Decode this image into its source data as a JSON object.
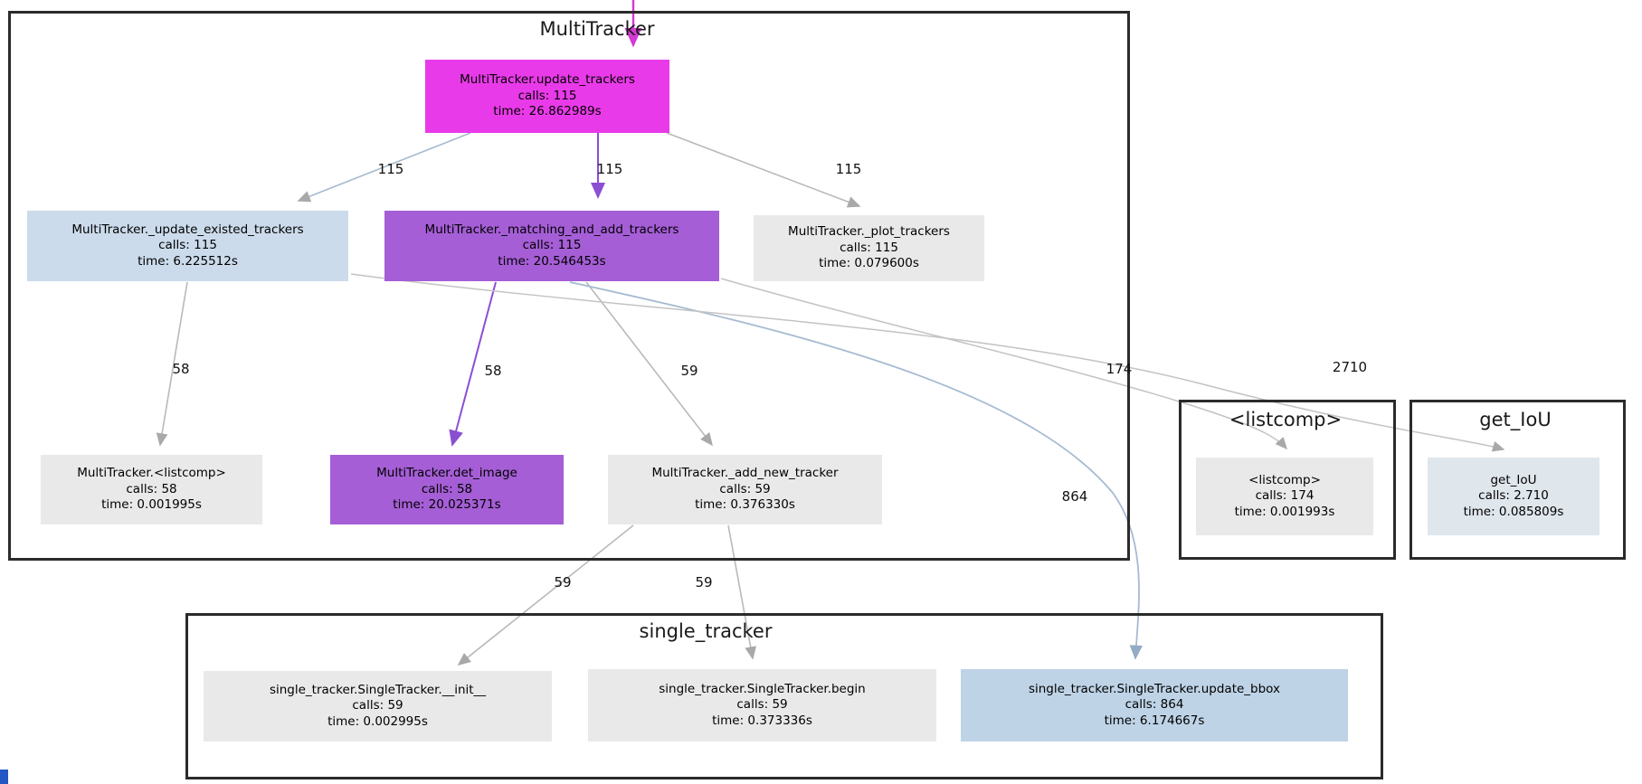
{
  "clusters": {
    "multitracker": {
      "title": "MultiTracker"
    },
    "listcomp": {
      "title": "<listcomp>"
    },
    "get_iou": {
      "title": "get_IoU"
    },
    "single_tracker": {
      "title": "single_tracker"
    }
  },
  "nodes": {
    "update_trackers": {
      "name": "MultiTracker.update_trackers",
      "calls": "calls: 115",
      "time": "time: 26.862989s"
    },
    "update_existed": {
      "name": "MultiTracker._update_existed_trackers",
      "calls": "calls: 115",
      "time": "time: 6.225512s"
    },
    "matching_and_add": {
      "name": "MultiTracker._matching_and_add_trackers",
      "calls": "calls: 115",
      "time": "time: 20.546453s"
    },
    "plot_trackers": {
      "name": "MultiTracker._plot_trackers",
      "calls": "calls: 115",
      "time": "time: 0.079600s"
    },
    "mt_listcomp": {
      "name": "MultiTracker.<listcomp>",
      "calls": "calls: 58",
      "time": "time: 0.001995s"
    },
    "det_image": {
      "name": "MultiTracker.det_image",
      "calls": "calls: 58",
      "time": "time: 20.025371s"
    },
    "add_new_tracker": {
      "name": "MultiTracker._add_new_tracker",
      "calls": "calls: 59",
      "time": "time: 0.376330s"
    },
    "listcomp_node": {
      "name": "<listcomp>",
      "calls": "calls: 174",
      "time": "time: 0.001993s"
    },
    "get_iou_node": {
      "name": "get_IoU",
      "calls": "calls: 2.710",
      "time": "time: 0.085809s"
    },
    "st_init": {
      "name": "single_tracker.SingleTracker.__init__",
      "calls": "calls: 59",
      "time": "time: 0.002995s"
    },
    "st_begin": {
      "name": "single_tracker.SingleTracker.begin",
      "calls": "calls: 59",
      "time": "time: 0.373336s"
    },
    "st_update_bbox": {
      "name": "single_tracker.SingleTracker.update_bbox",
      "calls": "calls: 864",
      "time": "time: 6.174667s"
    }
  },
  "edges": {
    "calls_left": {
      "label": "115"
    },
    "calls_mid": {
      "label": "115"
    },
    "calls_right": {
      "label": "115"
    },
    "calls_58a": {
      "label": "58"
    },
    "calls_58b": {
      "label": "58"
    },
    "calls_59a": {
      "label": "59"
    },
    "calls_174": {
      "label": "174"
    },
    "calls_2710": {
      "label": "2710"
    },
    "calls_864": {
      "label": "864"
    },
    "calls_59b": {
      "label": "59"
    },
    "calls_59c": {
      "label": "59"
    }
  },
  "colors": {
    "node_magenta": "#e93ae9",
    "node_purple": "#a55ed6",
    "node_lightblue": "#cbdbeb",
    "node_bbox_blue": "#bed3e6",
    "node_iou_blue": "#dfe6ec",
    "node_grey": "#e9e9e9",
    "edge_grey": "#b9b9b9",
    "edge_blue": "#a6bbd1",
    "edge_purple": "#8b4fd3",
    "edge_magenta": "#d23ad2",
    "cluster_border": "#2b2b2b"
  }
}
